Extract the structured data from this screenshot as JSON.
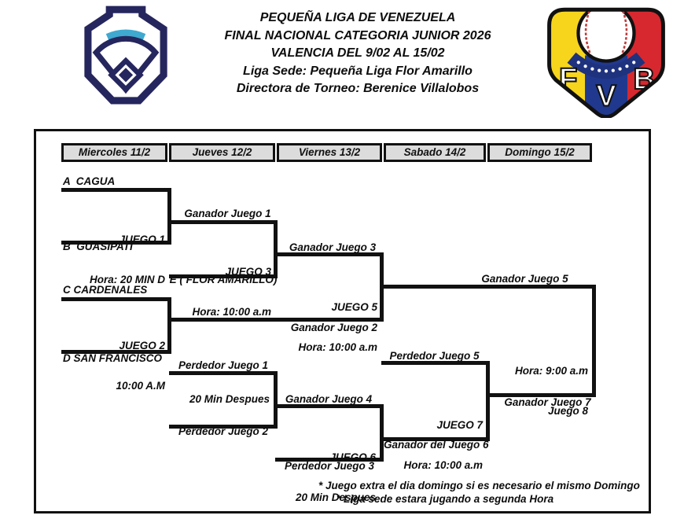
{
  "header": {
    "title_lines": [
      "PEQUEÑA LIGA DE VENEZUELA",
      "FINAL NACIONAL CATEGORIA JUNIOR 2026",
      "VALENCIA DEL 9/02 AL 15/02",
      "Liga Sede: Pequeña Liga Flor Amarillo",
      "Directora de Torneo: Berenice Villalobos"
    ],
    "logos": {
      "left": "little-league-keystone-logo",
      "right": "fvb-baseball-federation-logo"
    }
  },
  "bracket": {
    "days": [
      "Miercoles 11/2",
      "Jueves 12/2",
      "Viernes 13/2",
      "Sabado 14/2",
      "Domingo 15/2"
    ],
    "teams": {
      "a": "A  CAGUA",
      "b": "B  GUASIPATI",
      "c": "C CARDENALES",
      "d": "D SAN FRANCISCO",
      "e": "E ( FLOR AMARILLO)"
    },
    "games": {
      "j1": {
        "line1": "JUEGO 1",
        "line2": "Hora: 20 MIN D"
      },
      "j2": {
        "line1": "JUEGO 2",
        "line2": "10:00 A.M"
      },
      "j3": {
        "line1": "JUEGO 3",
        "line2": "Hora: 10:00 a.m"
      },
      "j4": {
        "line1": "20 Min Despues"
      },
      "j5": {
        "line1": "JUEGO 5",
        "line2": "Hora: 10:00 a.m"
      },
      "j6": {
        "line1": "JUEGO 6",
        "line2": "20 Min Despues"
      },
      "j7": {
        "line1": "JUEGO 7",
        "line2": "Hora: 10:00 a.m"
      },
      "j8": {
        "line1": "Hora: 9:00 a.m",
        "line2": "Juego 8"
      }
    },
    "advance": {
      "g1": "Ganador Juego 1",
      "g2": "Ganador Juego 2",
      "g3": "Ganador Juego 3",
      "g4": "Ganador Juego 4",
      "g5": "Ganador Juego 5",
      "g6": "Ganador del Juego 6",
      "g7": "Ganador Juego 7",
      "p1": "Perdedor Juego 1",
      "p2": "Perdedor Juego 2",
      "p3": "Perdedor Juego 3",
      "p5": "Perdedor Juego 5"
    },
    "notes": [
      "* Juego  extra el dia domingo si es necesario el mismo Domingo",
      "* Liga sede estara jugando a segunda Hora"
    ]
  },
  "colors": {
    "line": "#111111",
    "header_cell_bg": "#dcdcdc",
    "little_league_navy": "#26265E",
    "little_league_lightblue": "#3FA9D0",
    "fvb_yellow": "#F7D51D",
    "fvb_red": "#D7282F",
    "fvb_blue": "#20398E"
  }
}
